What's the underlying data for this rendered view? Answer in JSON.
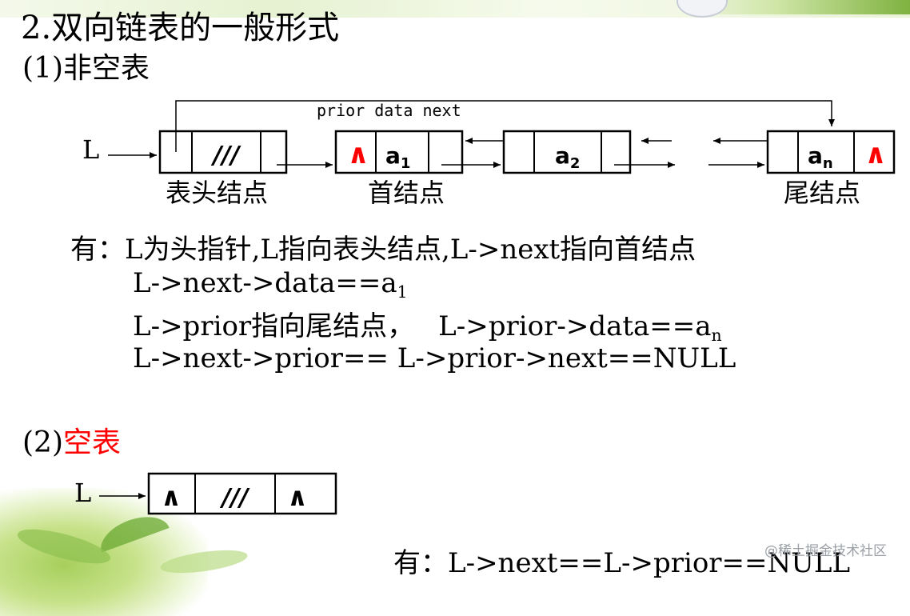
{
  "heading": "2.双向链表的一般形式",
  "section1": {
    "label": "(1)非空表"
  },
  "diagram1": {
    "list_label": "L",
    "field_labels": "prior data next",
    "head_node": {
      "data": "///",
      "caption": "表头结点"
    },
    "first_node": {
      "prior": "∧",
      "data": "a",
      "data_sub": "1",
      "caption": "首结点"
    },
    "second_node": {
      "data": "a",
      "data_sub": "2"
    },
    "tail_node": {
      "data": "a",
      "data_sub": "n",
      "next": "∧",
      "caption": "尾结点"
    }
  },
  "notes": {
    "line1": "有：L为头指针,L指向表头结点,L->next指向首结点",
    "line2": {
      "text": "L->next->data==a",
      "sub": "1"
    },
    "line3": {
      "a": "L->prior指向尾结点，",
      "b": "L->prior->data==a",
      "sub": "n"
    },
    "line4": "L->next->prior== L->prior->next==NULL"
  },
  "section2": {
    "prefix": "(2)",
    "label": "空表"
  },
  "diagram2": {
    "list_label": "L",
    "prior": "∧",
    "data": "///",
    "next": "∧"
  },
  "bottom_note": "有：L->next==L->prior==NULL",
  "watermark": "@稀土掘金技术社区",
  "colors": {
    "null_mark": "#ff0000",
    "text": "#000000"
  }
}
